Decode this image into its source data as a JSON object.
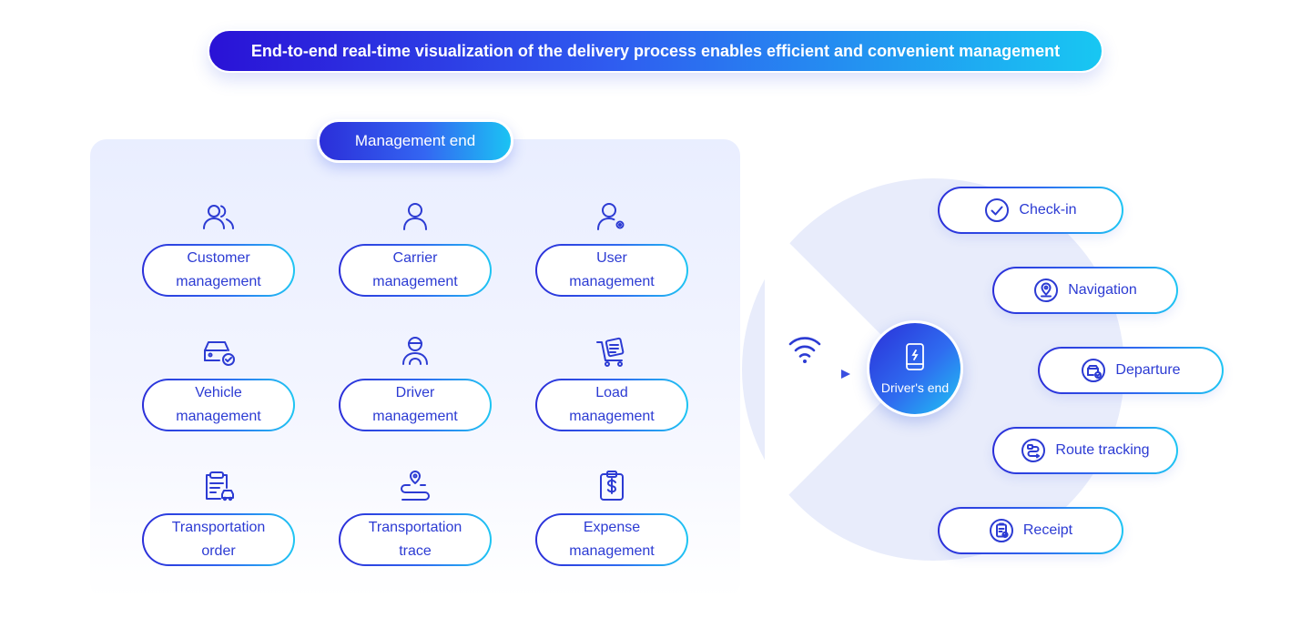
{
  "banner": {
    "text": "End-to-end real-time visualization of the delivery process enables efficient and convenient management"
  },
  "management": {
    "label": "Management end",
    "items": [
      {
        "line1": "Customer",
        "line2": "management",
        "icon": "users-icon"
      },
      {
        "line1": "Carrier",
        "line2": "management",
        "icon": "user-icon"
      },
      {
        "line1": "User",
        "line2": "management",
        "icon": "user-settings-icon"
      },
      {
        "line1": "Vehicle",
        "line2": "management",
        "icon": "car-check-icon"
      },
      {
        "line1": "Driver",
        "line2": "management",
        "icon": "driver-icon"
      },
      {
        "line1": "Load",
        "line2": "management",
        "icon": "cart-icon"
      },
      {
        "line1": "Transportation",
        "line2": "order",
        "icon": "clipboard-car-icon"
      },
      {
        "line1": "Transportation",
        "line2": "trace",
        "icon": "route-pin-icon"
      },
      {
        "line1": "Expense",
        "line2": "management",
        "icon": "expense-icon"
      }
    ]
  },
  "driver": {
    "label": "Driver's end",
    "icon": "phone-icon"
  },
  "actions": [
    {
      "label": "Check-in",
      "icon": "check-circle-icon"
    },
    {
      "label": "Navigation",
      "icon": "location-pin-icon"
    },
    {
      "label": "Departure",
      "icon": "truck-check-icon"
    },
    {
      "label": "Route tracking",
      "icon": "route-icon"
    },
    {
      "label": "Receipt",
      "icon": "receipt-icon"
    }
  ],
  "colors": {
    "primary": "#2c3bd3",
    "gradient_start": "#2a12d6",
    "gradient_end": "#18c7f2",
    "panel_bg": "#eef1ff"
  }
}
